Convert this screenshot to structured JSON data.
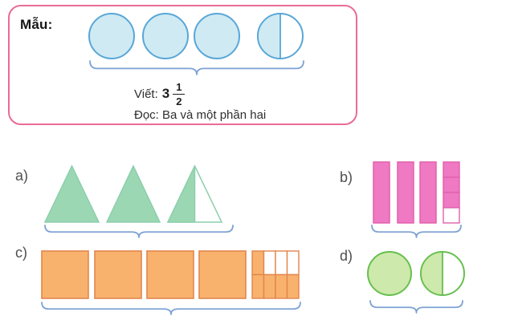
{
  "example_box": {
    "label": "Mẫu:",
    "viet_label": "Viết:",
    "mixed_number": {
      "whole": "3",
      "numerator": "1",
      "denominator": "2"
    },
    "doc_label": "Đọc:",
    "doc_text": "Ba và một phần hai",
    "border_color": "#e96b97",
    "shapes": {
      "type": "circle",
      "full": 3,
      "partial_filled": 1,
      "partial_total": 2,
      "fill": "#cfeaf3",
      "stroke": "#58a7d7"
    }
  },
  "exercises": [
    {
      "label": "a)",
      "shapes": {
        "type": "triangle",
        "full": 2,
        "partial_filled": 1,
        "partial_total": 2,
        "fill": "#9bd7b3",
        "stroke": "#8ccfab"
      }
    },
    {
      "label": "b)",
      "shapes": {
        "type": "bar",
        "full": 3,
        "partial_filled": 3,
        "partial_total": 4,
        "fill": "#ef79c3",
        "stroke": "#e261ab"
      }
    },
    {
      "label": "c)",
      "shapes": {
        "type": "square",
        "full": 4,
        "partial_filled": 5,
        "partial_total": 8,
        "fill": "#f8b26e",
        "stroke": "#e2854c"
      }
    },
    {
      "label": "d)",
      "shapes": {
        "type": "circle",
        "full": 1,
        "partial_filled": 1,
        "partial_total": 2,
        "fill": "#cde9ab",
        "stroke": "#67bf50"
      }
    }
  ],
  "brace_color": "#7da2d4"
}
